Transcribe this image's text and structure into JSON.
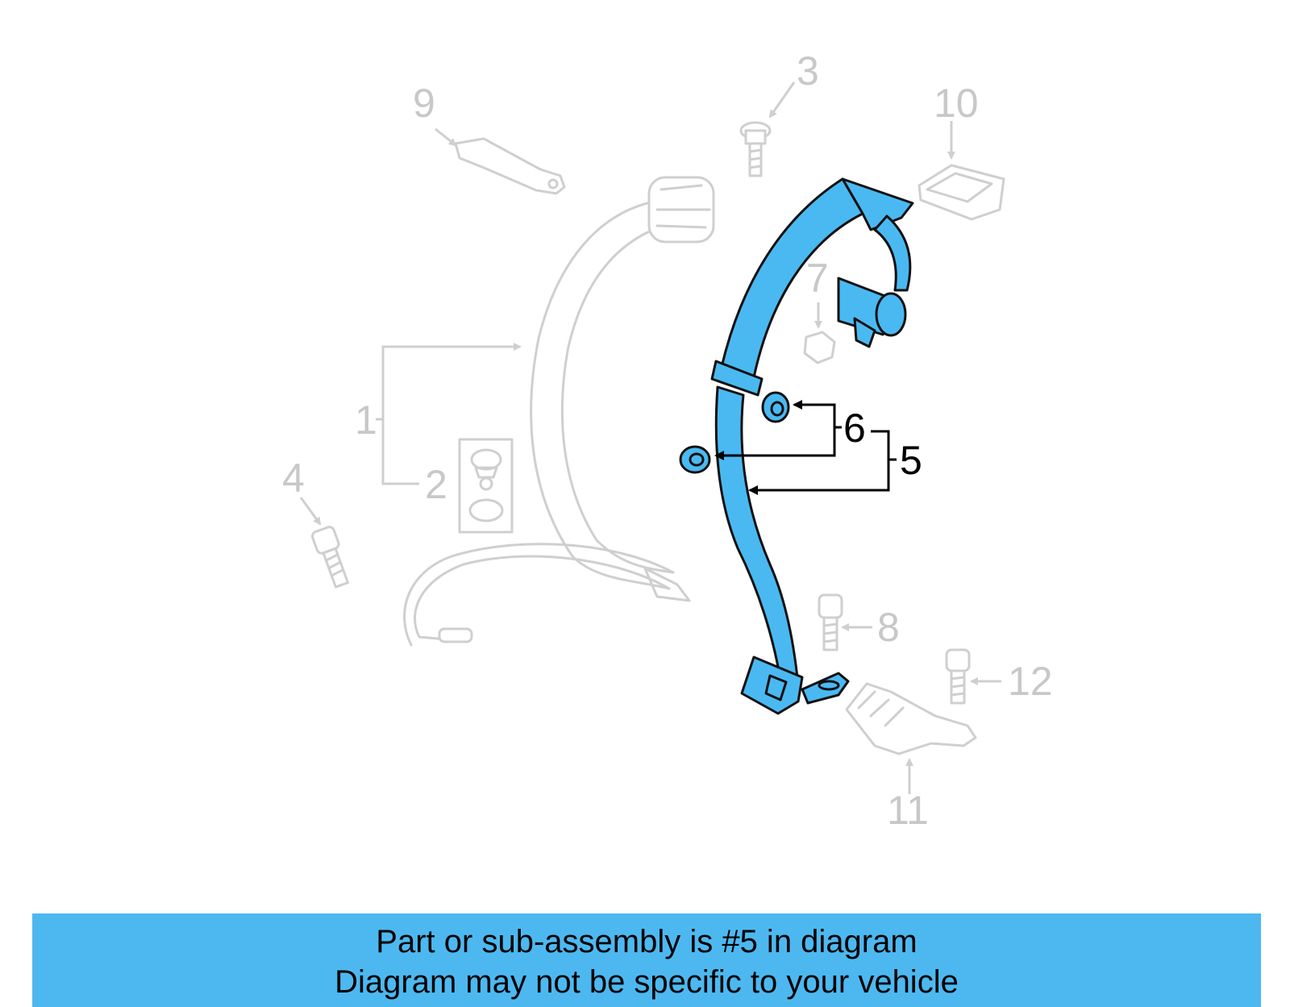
{
  "diagram": {
    "highlight_color": "#4ab9f2",
    "dim_color": "#cfcfcf",
    "labels": {
      "p1": "1",
      "p2": "2",
      "p3": "3",
      "p4": "4",
      "p5": "5",
      "p6": "6",
      "p7": "7",
      "p8": "8",
      "p9": "9",
      "p10": "10",
      "p11": "11",
      "p12": "12"
    }
  },
  "banner": {
    "color": "#4db8f0",
    "line1": "Part or sub-assembly is #5 in diagram",
    "line2": "Diagram may not be specific to your vehicle"
  }
}
